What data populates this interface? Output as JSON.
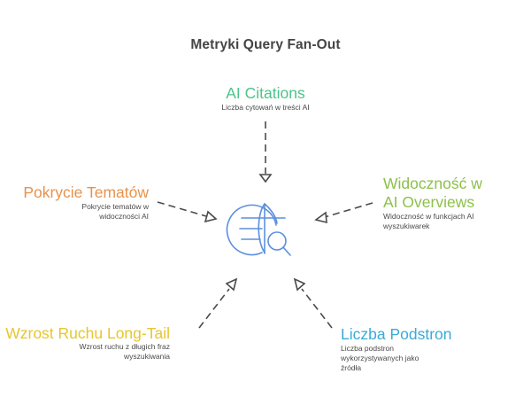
{
  "title": "Metryki Query Fan-Out",
  "center": {
    "icon": "globe-search-icon",
    "color": "#5b8fde"
  },
  "nodes": [
    {
      "id": "ai-citations",
      "title": "AI Citations",
      "desc": [
        "Liczba cytowań w treści AI"
      ],
      "color": "#4cc38a"
    },
    {
      "id": "topic-coverage",
      "title": "Pokrycie Tematów",
      "desc": [
        "Pokrycie tematów w",
        "widoczności AI"
      ],
      "color": "#e8924a"
    },
    {
      "id": "ai-overviews",
      "title_lines": [
        "Widoczność w",
        "AI Overviews"
      ],
      "desc": [
        "Widoczność w funkcjach AI",
        "wyszukiwarek"
      ],
      "color": "#8cc04a"
    },
    {
      "id": "long-tail",
      "title": "Wzrost Ruchu Long-Tail",
      "desc": [
        "Wzrost ruchu z długich fraz",
        "wyszukiwania"
      ],
      "color": "#e6c62e"
    },
    {
      "id": "subpages",
      "title": "Liczba Podstron",
      "desc": [
        "Liczba podstron",
        "wykorzystywanych jako",
        "źródła"
      ],
      "color": "#3aaad6"
    }
  ],
  "arrow_color": "#4a4a4a"
}
